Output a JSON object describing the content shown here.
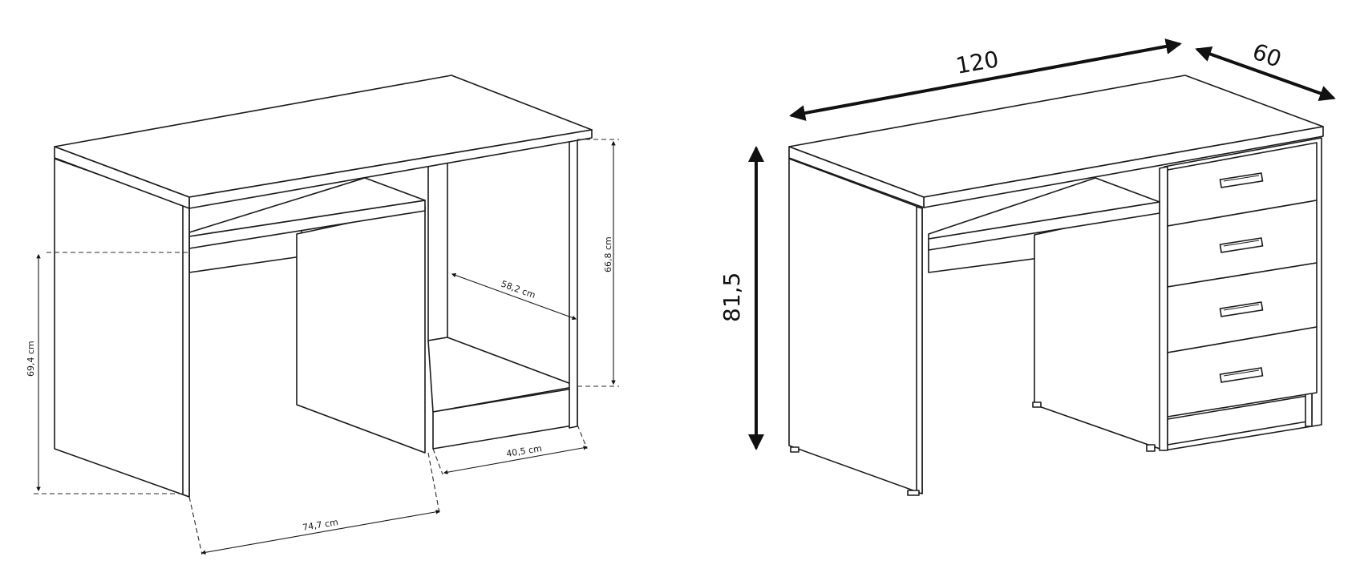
{
  "left_view": {
    "dimensions": {
      "inner_height": "69,4 cm",
      "compartment_height": "66,8 cm",
      "compartment_depth": "58,2 cm",
      "compartment_width": "40,5 cm",
      "knee_space_width": "74,7 cm"
    }
  },
  "right_view": {
    "dimensions": {
      "width": "120",
      "depth": "60",
      "height": "81,5"
    },
    "drawer_count": 4
  }
}
